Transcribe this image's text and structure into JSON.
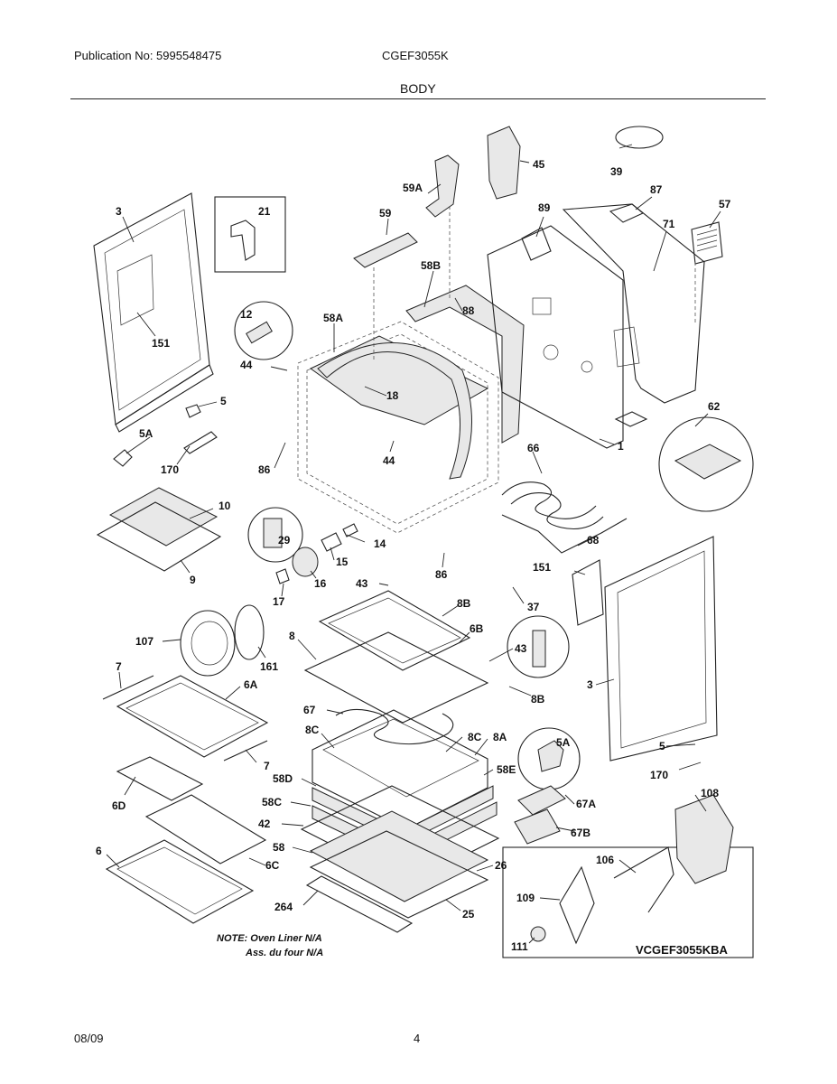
{
  "header": {
    "publication": "Publication No: 5995548475",
    "model": "CGEF3055K",
    "section": "BODY"
  },
  "footer": {
    "date": "08/09",
    "page": "4"
  },
  "note": {
    "line1": "NOTE: Oven Liner N/A",
    "line2": "Ass. du four N/A"
  },
  "kit_label": "VCGEF3055KBA",
  "callouts": {
    "p3l": "3",
    "p21": "21",
    "p151l": "151",
    "p44a": "44",
    "p12": "12",
    "p5l": "5",
    "p5Al": "5A",
    "p170l": "170",
    "p10": "10",
    "p9": "9",
    "p58A": "58A",
    "p59": "59",
    "p59A": "59A",
    "p45": "45",
    "p39": "39",
    "p87": "87",
    "p57": "57",
    "p89": "89",
    "p71": "71",
    "p58B": "58B",
    "p88": "88",
    "p18": "18",
    "p86a": "86",
    "p44b": "44",
    "p1": "1",
    "p62": "62",
    "p66": "66",
    "p68": "68",
    "p29": "29",
    "p14": "14",
    "p15": "15",
    "p16": "16",
    "p17": "17",
    "p86b": "86",
    "p43a": "43",
    "p8B1": "8B",
    "p6B": "6B",
    "p8": "8",
    "p37": "37",
    "p151r": "151",
    "p107": "107",
    "p161": "161",
    "p43b": "43",
    "p8B2": "8B",
    "p3r": "3",
    "p7a": "7",
    "p6A": "6A",
    "p67": "67",
    "p8Ca": "8C",
    "p8Cb": "8C",
    "p8A": "8A",
    "p5Ar": "5A",
    "p5r": "5",
    "p7b": "7",
    "p58D": "58D",
    "p58E": "58E",
    "p170r": "170",
    "p6D": "6D",
    "p58C": "58C",
    "p42": "42",
    "p67A": "67A",
    "p108": "108",
    "p67B": "67B",
    "p58": "58",
    "p106": "106",
    "p6": "6",
    "p6C": "6C",
    "p26": "26",
    "p109": "109",
    "p264": "264",
    "p25": "25",
    "p111": "111"
  }
}
